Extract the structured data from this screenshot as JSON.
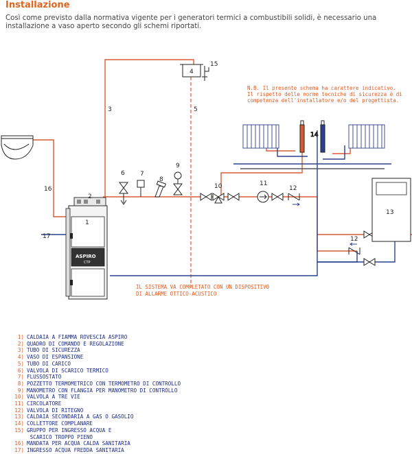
{
  "header": {
    "title": "Installazione",
    "intro": "Così come previsto dalla normativa vigente per i generatori termici a combustibili solidi, è necessario una installazione a vaso aperto secondo gli schemi riportati."
  },
  "diagram": {
    "nb_note": [
      "N.B. Il presente schema ha carattere indicativo.",
      "Il rispetto delle norme tecniche di sicurezza è di",
      "competenza dell'installatore e/o del progettista."
    ],
    "alarm_note": [
      "IL SISTEMA VA COMPLETATO CON UN DISPOSITIVO",
      "DI ALLARME OTTICO-ACUSTICO"
    ],
    "boiler_brand": "ASPIRO",
    "boiler_model": "CTP",
    "numbers": {
      "n1": "1",
      "n2": "2",
      "n3": "3",
      "n4": "4",
      "n5": "5",
      "n6": "6",
      "n7": "7",
      "n8": "8",
      "n9": "9",
      "n10": "10",
      "n11": "11",
      "n12a": "12",
      "n12b": "12",
      "n13": "13",
      "n14": "14",
      "n15": "15",
      "n16": "16",
      "n17": "17"
    },
    "colors": {
      "flow": "#d85a35",
      "return": "#2c3f8e",
      "dashed": "#d85a35",
      "note": "#e2581c"
    }
  },
  "legend": [
    {
      "num": "1)",
      "text": "CALDAIA A FIAMMA ROVESCIA ASPIRO"
    },
    {
      "num": "2)",
      "text": "QUADRO DI COMANDO E REGOLAZIONE"
    },
    {
      "num": "3)",
      "text": "TUBO DI SICUREZZA"
    },
    {
      "num": "4)",
      "text": "VASO DI ESPANSIONE"
    },
    {
      "num": "5)",
      "text": "TUBO DI CARICO"
    },
    {
      "num": "6)",
      "text": "VALVOLA DI SCARICO TERMICO"
    },
    {
      "num": "7)",
      "text": "FLUSSOSTATO"
    },
    {
      "num": "8)",
      "text": "POZZETTO TERMOMETRICO CON TERMOMETRO DI CONTROLLO"
    },
    {
      "num": "9)",
      "text": "MANOMETRO CON FLANGIA PER MANOMETRO DI CONTROLLO"
    },
    {
      "num": "10)",
      "text": "VALVOLA A TRE VIE"
    },
    {
      "num": "11)",
      "text": "CIRCOLATORE"
    },
    {
      "num": "12)",
      "text": "VALVOLA DI RITEGNO"
    },
    {
      "num": "13)",
      "text": "CALDAIA SECONDARIA A GAS O GASOLIO"
    },
    {
      "num": "14)",
      "text": "COLLETTORE COMPLANARE"
    },
    {
      "num": "15)",
      "text": "GRUPPO PER INGRESSO ACQUA E"
    },
    {
      "num": "",
      "text": " SCARICO TROPPO PIENO"
    },
    {
      "num": "16)",
      "text": "MANDATA PER ACQUA CALDA SANITARIA"
    },
    {
      "num": "17)",
      "text": "INGRESSO ACQUA FREDDA SANITARIA"
    }
  ]
}
